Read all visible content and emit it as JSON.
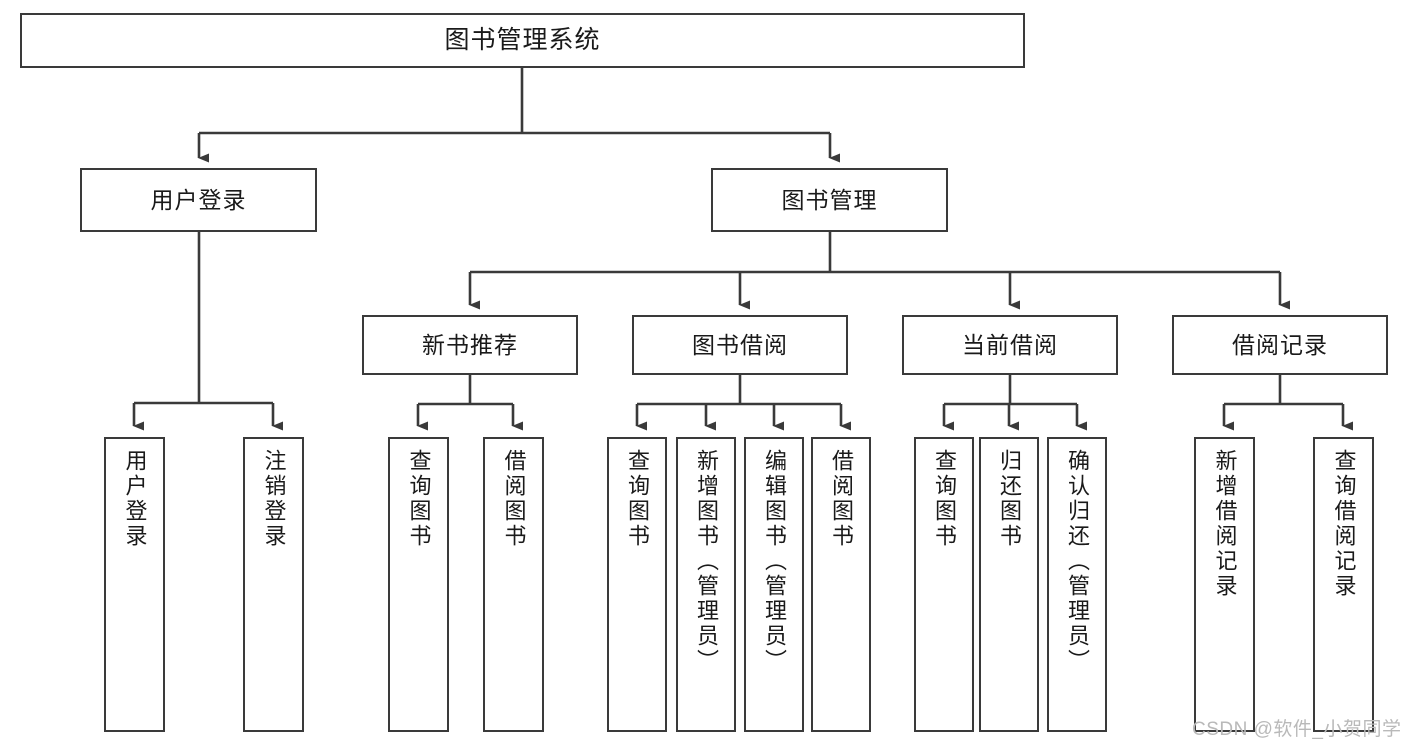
{
  "diagram": {
    "title": "图书管理系统",
    "watermark": "CSDN @软件_小贺同学",
    "line_color": "#3a3a3a",
    "box_fill": "#ffffff",
    "text_color": "#1a1a1a",
    "root": {
      "label": "图书管理系统"
    },
    "level1": [
      {
        "label": "用户登录"
      },
      {
        "label": "图书管理"
      }
    ],
    "level2": [
      {
        "label": "新书推荐"
      },
      {
        "label": "图书借阅"
      },
      {
        "label": "当前借阅"
      },
      {
        "label": "借阅记录"
      }
    ],
    "leaves": {
      "user_login": [
        {
          "label": "用户登录"
        },
        {
          "label": "注销登录"
        }
      ],
      "new_book_recommend": [
        {
          "label": "查询图书"
        },
        {
          "label": "借阅图书"
        }
      ],
      "book_borrow": [
        {
          "label": "查询图书"
        },
        {
          "label": "新增图书（管理员）"
        },
        {
          "label": "编辑图书（管理员）"
        },
        {
          "label": "借阅图书"
        }
      ],
      "current_borrow": [
        {
          "label": "查询图书"
        },
        {
          "label": "归还图书"
        },
        {
          "label": "确认归还（管理员）"
        }
      ],
      "borrow_record": [
        {
          "label": "新增借阅记录"
        },
        {
          "label": "查询借阅记录"
        }
      ]
    }
  }
}
